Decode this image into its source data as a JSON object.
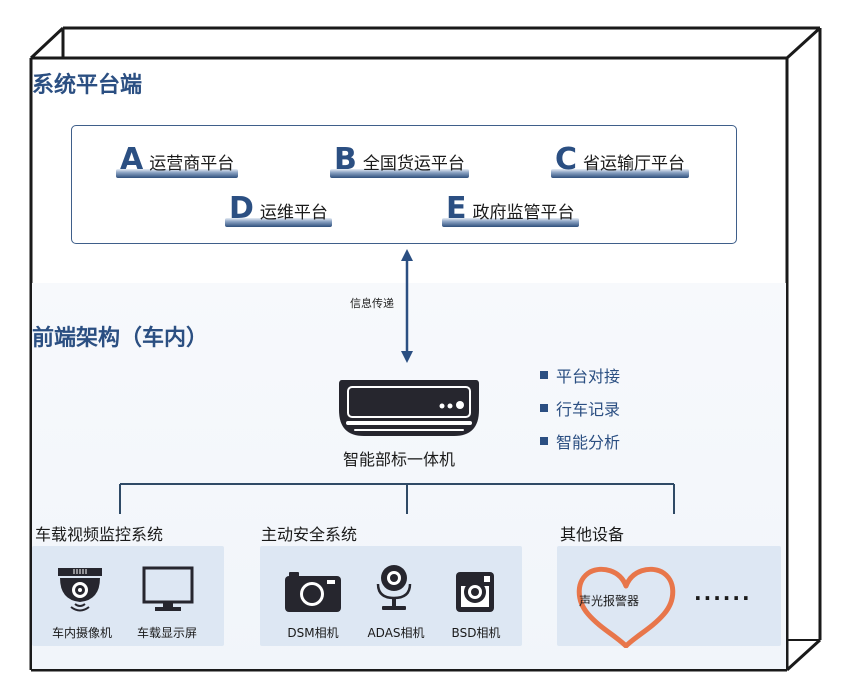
{
  "platform_section": {
    "title": "系统平台端",
    "platforms": [
      {
        "letter": "A",
        "name": "运营商平台"
      },
      {
        "letter": "B",
        "name": "全国货运平台"
      },
      {
        "letter": "C",
        "name": "省运输厅平台"
      },
      {
        "letter": "D",
        "name": "运维平台"
      },
      {
        "letter": "E",
        "name": "政府监管平台"
      }
    ]
  },
  "link": {
    "label": "信息传递"
  },
  "front_section": {
    "title": "前端架构（车内）",
    "device": {
      "icon": "dashboard-device-icon",
      "label": "智能部标一体机"
    },
    "features": [
      "平台对接",
      "行车记录",
      "智能分析"
    ],
    "groups": [
      {
        "title": "车载视频监控系统",
        "items": [
          {
            "icon": "dome-camera-icon",
            "label": "车内摄像机"
          },
          {
            "icon": "monitor-icon",
            "label": "车载显示屏"
          }
        ]
      },
      {
        "title": "主动安全系统",
        "items": [
          {
            "icon": "camera-icon",
            "label": "DSM相机"
          },
          {
            "icon": "webcam-icon",
            "label": "ADAS相机"
          },
          {
            "icon": "square-camera-icon",
            "label": "BSD相机"
          }
        ]
      },
      {
        "title": "其他设备",
        "items": [
          {
            "icon": "heart-icon",
            "label": "声光报警器"
          }
        ],
        "more": "······"
      }
    ]
  },
  "colors": {
    "accent": "#2b4f82",
    "heart": "#e8764a",
    "panel": "#dde7f3",
    "frame": "#1a1a1a"
  }
}
